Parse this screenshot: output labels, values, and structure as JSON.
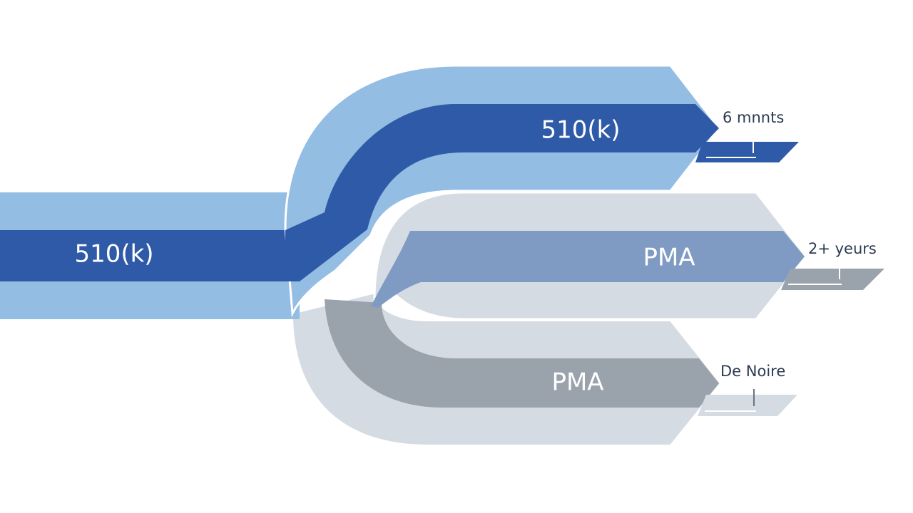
{
  "diagram": {
    "entry": {
      "label": "510(k)"
    },
    "paths": [
      {
        "id": "top",
        "label": "510(k)",
        "timeline": "6 mnnts"
      },
      {
        "id": "middle",
        "label": "PMA",
        "timeline": "2+ yeurs"
      },
      {
        "id": "bottom",
        "label": "PMA",
        "timeline": "De Noire"
      }
    ]
  },
  "colors": {
    "light_blue": "#93bde3",
    "dark_blue": "#2f5aa8",
    "light_gray": "#d5dbe2",
    "mid_slate": "#7f9bc3",
    "mid_gray": "#9aa2ab",
    "white": "#ffffff",
    "label_dark": "#2c3a52"
  }
}
